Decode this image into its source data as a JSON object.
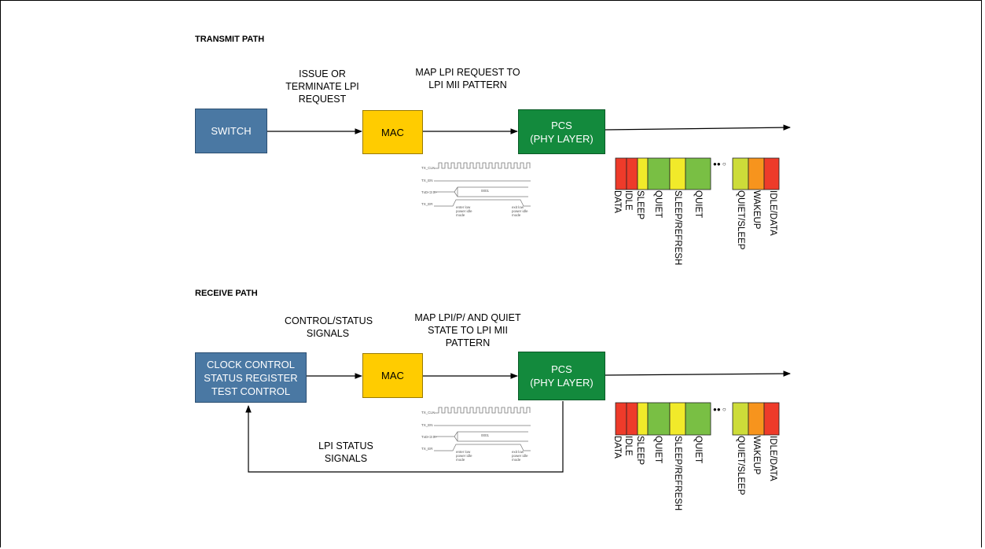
{
  "colors": {
    "switch_blue": "#4a78a3",
    "mac_yellow": "#ffcc00",
    "pcs_green": "#138a3d",
    "slot_red": "#ee3b2a",
    "slot_yellow": "#f1ea2a",
    "slot_green": "#79bf44",
    "slot_orange": "#f7941d",
    "slot_lime": "#cddc39"
  },
  "transmit": {
    "title": "TRANSMIT PATH",
    "label_issue": "ISSUE OR TERMINATE LPI REQUEST",
    "label_issue_lines": [
      "ISSUE OR",
      "TERMINATE LPI",
      "REQUEST"
    ],
    "label_map_lines": [
      "MAP LPI REQUEST TO",
      "LPI MII PATTERN"
    ],
    "switch_label": "SWITCH",
    "mac_label": "MAC",
    "pcs_lines": [
      "PCS",
      "(PHY LAYER)"
    ]
  },
  "receive": {
    "title": "RECEIVE PATH",
    "label_control_lines": [
      "CONTROL/STATUS",
      "SIGNALS"
    ],
    "label_map_lines": [
      "MAP LPI/P/ AND QUIET",
      "STATE TO LPI MII",
      "PATTERN"
    ],
    "clock_lines": [
      "CLOCK CONTROL",
      "STATUS REGISTER",
      "TEST CONTROL"
    ],
    "mac_label": "MAC",
    "pcs_lines": [
      "PCS",
      "(PHY LAYER)"
    ],
    "lpi_status_lines": [
      "LPI STATUS",
      "SIGNALS"
    ]
  },
  "sequence_labels": [
    "DATA",
    "IDLE",
    "SLEEP",
    "QUIET",
    "SLEEP/REFRESH",
    "QUIET",
    "QUIET/SLEEP",
    "WAKEUP",
    "IDLE/DATA"
  ],
  "timing": {
    "signals": [
      "TX_CLK",
      "TX_EN",
      "TxD<3:0>",
      "TX_ER"
    ],
    "pattern_label": "0001",
    "enter_note": [
      "enter low",
      "power idle",
      "mode"
    ],
    "exit_note": [
      "exit low",
      "power idle",
      "mode"
    ]
  },
  "ellipsis": "●● ○"
}
